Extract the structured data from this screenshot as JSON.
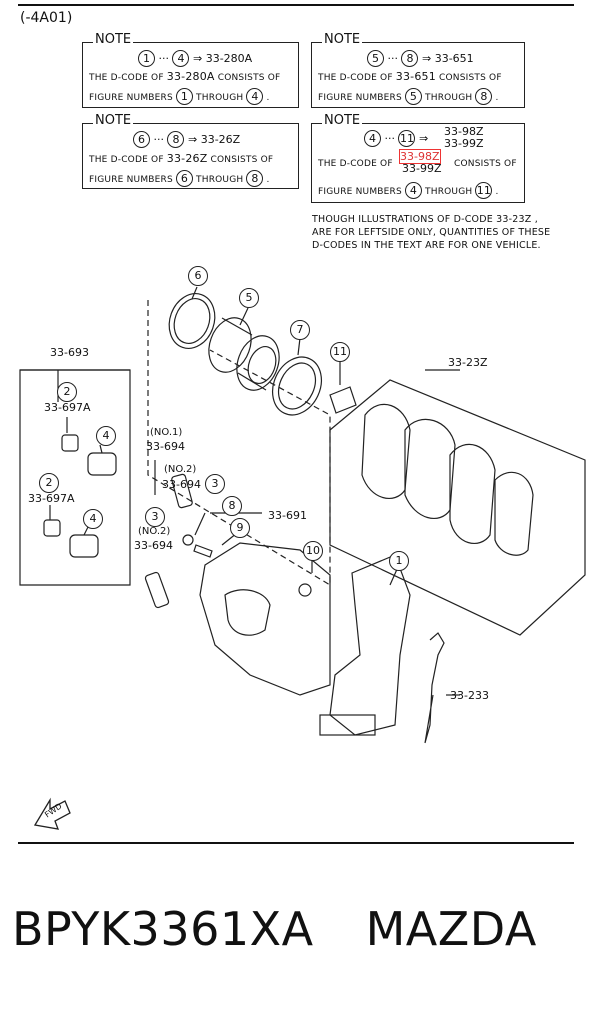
{
  "header": {
    "variant_code": "(-4A01)"
  },
  "notes": [
    {
      "title": "NOTE",
      "range_from": "1",
      "range_to": "4",
      "target": "33-280A",
      "line1_a": "THE D-CODE OF",
      "line1_code": "33-280A",
      "line1_b": "CONSISTS OF",
      "line2_a": "FIGURE NUMBERS",
      "line2_from": "1",
      "line2_mid": "THROUGH",
      "line2_to": "4"
    },
    {
      "title": "NOTE",
      "range_from": "5",
      "range_to": "8",
      "target": "33-651",
      "line1_a": "THE D-CODE OF",
      "line1_code": "33-651",
      "line1_b": "CONSISTS OF",
      "line2_a": "FIGURE NUMBERS",
      "line2_from": "5",
      "line2_mid": "THROUGH",
      "line2_to": "8"
    },
    {
      "title": "NOTE",
      "range_from": "6",
      "range_to": "8",
      "target": "33-26Z",
      "line1_a": "THE D-CODE OF",
      "line1_code": "33-26Z",
      "line1_b": "CONSISTS OF",
      "line2_a": "FIGURE NUMBERS",
      "line2_from": "6",
      "line2_mid": "THROUGH",
      "line2_to": "8"
    },
    {
      "title": "NOTE",
      "range_from": "4",
      "range_to": "11",
      "target": "33-98Z",
      "target2": "33-99Z",
      "line1_a": "THE D-CODE OF",
      "line1_code": "33-98Z",
      "line1_code2": "33-99Z",
      "line1_b": "CONSISTS OF",
      "line2_a": "FIGURE NUMBERS",
      "line2_from": "4",
      "line2_mid": "THROUGH",
      "line2_to": "11"
    }
  ],
  "disclaimer": [
    "THOUGH ILLUSTRATIONS OF D-CODE 33-23Z ,",
    "ARE FOR LEFTSIDE ONLY, QUANTITIES OF THESE",
    "D-CODES IN THE TEXT ARE FOR ONE VEHICLE."
  ],
  "callouts": {
    "c6": "6",
    "c5": "5",
    "c7": "7",
    "c11": "11",
    "c2a": "2",
    "c2b": "2",
    "c4a": "4",
    "c4b": "4",
    "c3a": "3",
    "c3b": "3",
    "c8": "8",
    "c9": "9",
    "c10": "10",
    "c1": "1",
    "code_33_693": "33-693",
    "code_33_697A_a": "33-697A",
    "code_33_697A_b": "33-697A",
    "no1": "(NO.1)",
    "code_33_694_a": "33-694",
    "no2a": "(NO.2)",
    "code_33_694_b": "33-694",
    "no2b": "(NO.2)",
    "code_33_694_c": "33-694",
    "code_33_691": "33-691",
    "code_33_23Z": "33-23Z",
    "code_33_233": "33-233",
    "fwd": "FWD"
  },
  "footer": {
    "part_number": "BPYK3361XA",
    "brand": "MAZDA"
  }
}
